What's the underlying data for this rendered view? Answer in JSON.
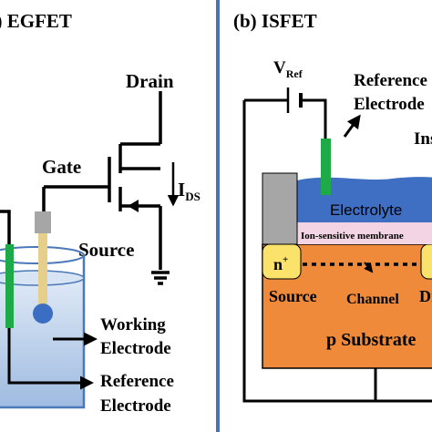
{
  "panel_a": {
    "title": "(a) EGFET",
    "drain": "Drain",
    "gate": "Gate",
    "source": "Source",
    "current": "I",
    "current_sub": "DS",
    "working_electrode_1": "Working",
    "working_electrode_2": "Electrode",
    "reference_electrode_1": "Reference",
    "reference_electrode_2": "Electrode"
  },
  "panel_b": {
    "title": "(b) ISFET",
    "vref": "V",
    "vref_sub": "Ref",
    "reference_electrode_1": "Reference",
    "reference_electrode_2": "Electrode",
    "insulator": "Insulator",
    "electrolyte": "Electrolyte",
    "membrane": "Ion-sensitive membrane",
    "n_plus": "n",
    "n_plus_sup": "+",
    "source": "Source",
    "channel": "Channel",
    "drain": "Drain",
    "substrate": "p Substrate"
  },
  "colors": {
    "divider": "#4a72b8",
    "green_electrode": "#1faa4a",
    "gold_electrode": "#e6cf8a",
    "gray_block": "#a6a6a6",
    "electrolyte": "#3f6fc3",
    "membrane": "#f2d4e4",
    "n_region": "#fbe26a",
    "substrate": "#ee8a3a",
    "beaker_liquid": "#bdd2ea",
    "working_tip": "#3b6dc2"
  }
}
